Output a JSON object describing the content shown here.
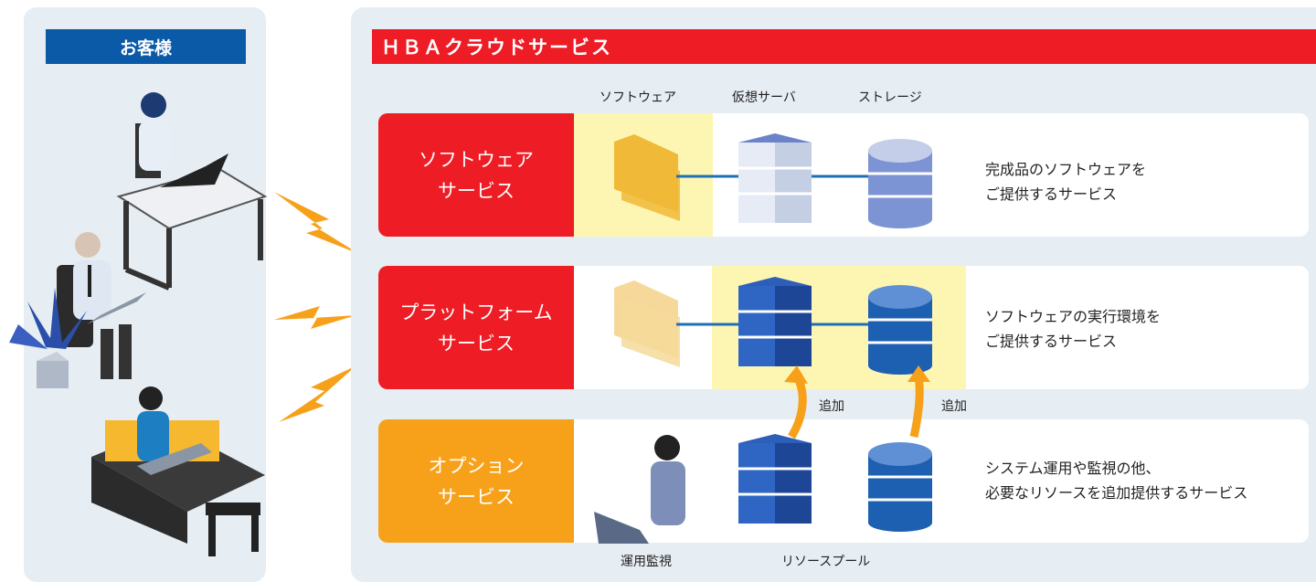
{
  "customer": {
    "title": "お客様"
  },
  "cloud": {
    "title": "ＨＢＡクラウドサービス"
  },
  "column_headers": [
    "ソフトウェア",
    "仮想サーバ",
    "ストレージ"
  ],
  "rows": [
    {
      "label_line1": "ソフトウェア",
      "label_line2": "サービス",
      "desc_line1": "完成品のソフトウェアを",
      "desc_line2": "ご提供するサービス"
    },
    {
      "label_line1": "プラットフォーム",
      "label_line2": "サービス",
      "desc_line1": "ソフトウェアの実行環境を",
      "desc_line2": "ご提供するサービス"
    },
    {
      "label_line1": "オプション",
      "label_line2": "サービス",
      "desc_line1": "システム運用や監視の他、",
      "desc_line2": "必要なリソースを追加提供するサービス"
    }
  ],
  "arrows": {
    "add1": "追加",
    "add2": "追加"
  },
  "footer": {
    "operation": "運用監視",
    "pool": "リソースプール"
  },
  "colors": {
    "red": "#ee1c25",
    "orange": "#f7a11a",
    "blue_header": "#0a5aa8",
    "panel": "#e6edf3",
    "highlight": "#fdf6b3"
  }
}
